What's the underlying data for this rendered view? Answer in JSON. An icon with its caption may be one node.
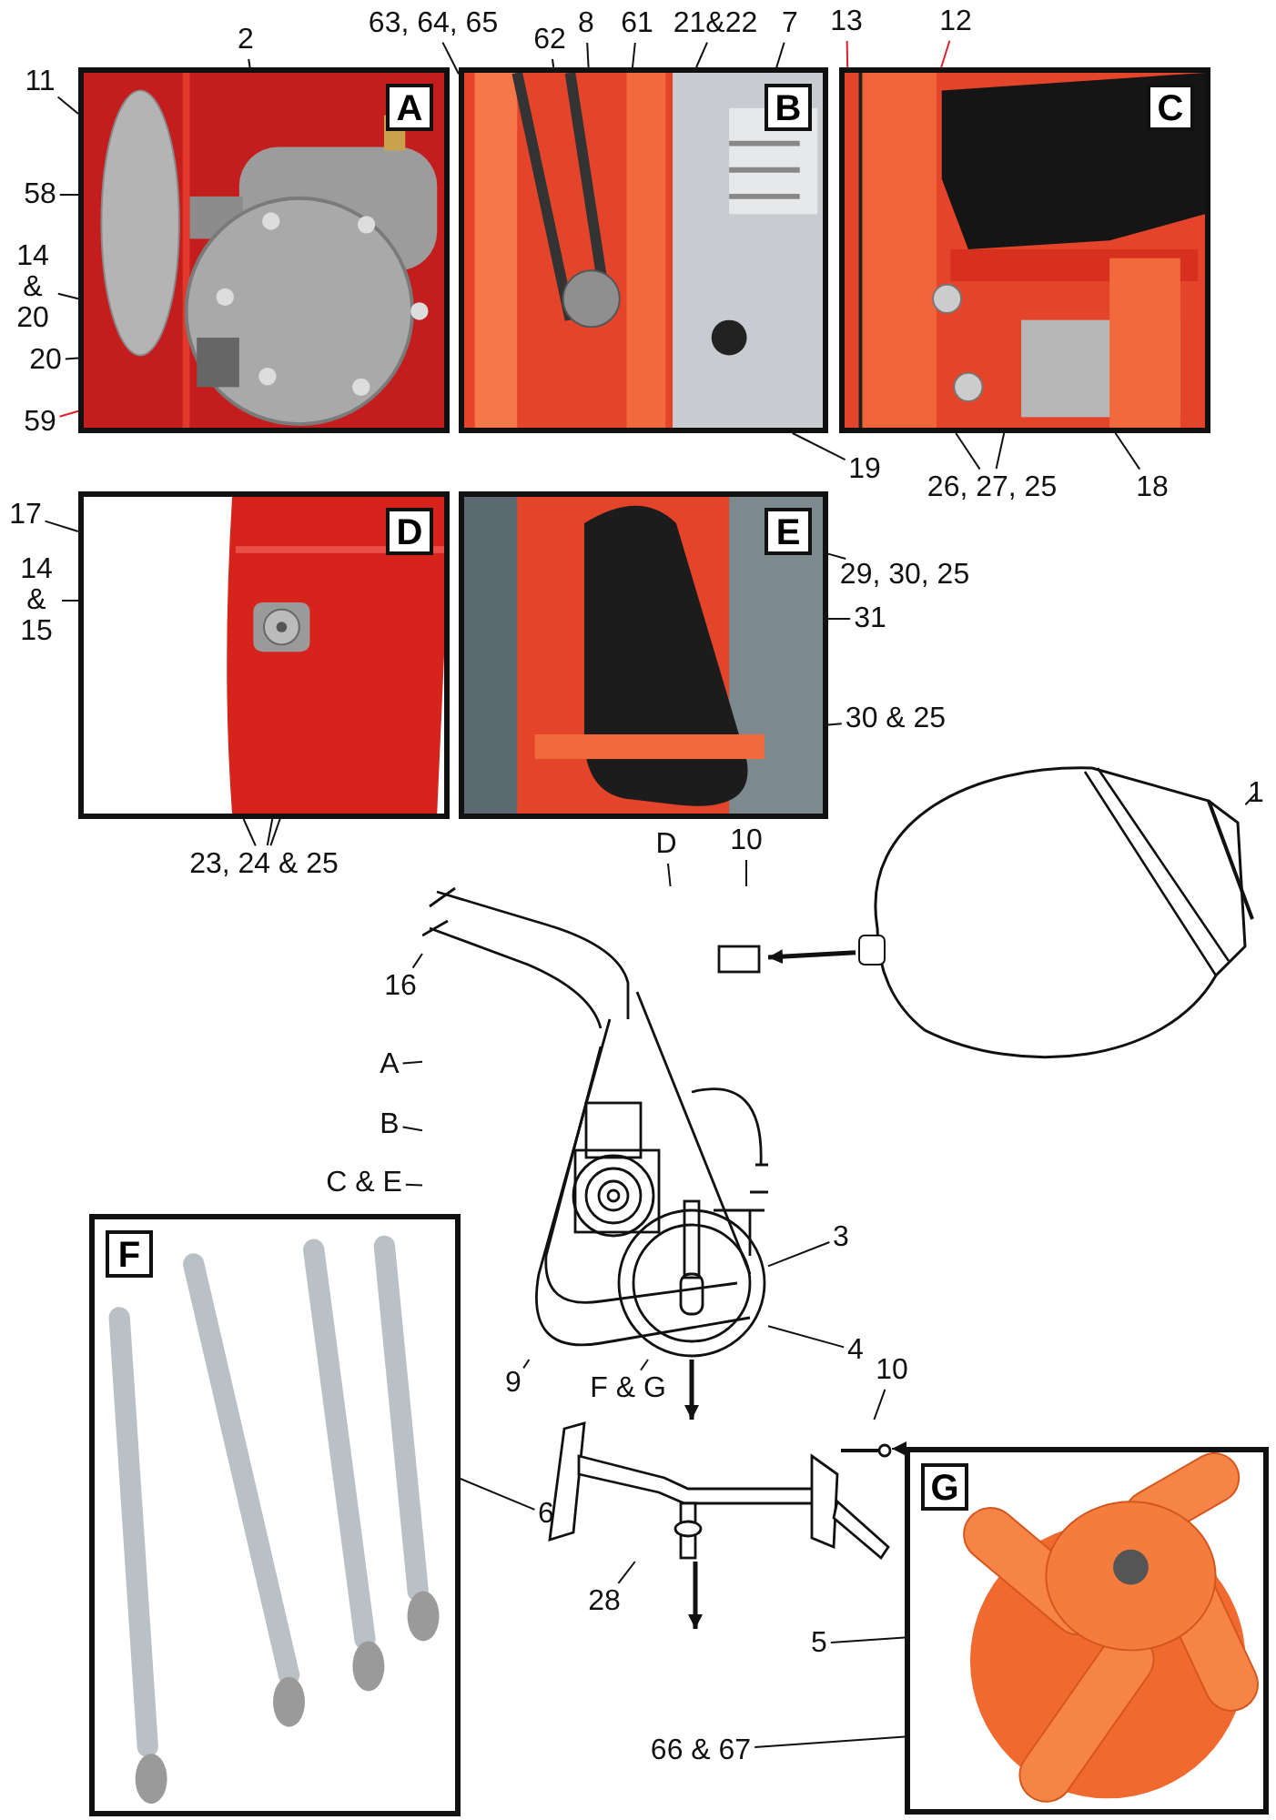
{
  "diagram": {
    "nodes": [
      {
        "text": [
          "A"
        ]
      },
      {
        "text": [
          "B"
        ]
      },
      {
        "text": [
          "C"
        ]
      },
      {
        "text": [
          "D"
        ]
      },
      {
        "text": [
          "E"
        ]
      },
      {
        "text": [],
        "shape": "picture"
      },
      {
        "text": [],
        "shape": "picture"
      },
      {
        "text": [],
        "shape": "picture"
      },
      {
        "text": [
          "F"
        ]
      },
      {
        "text": [
          "G"
        ]
      },
      {
        "text": [
          "11"
        ]
      },
      {
        "text": [
          "2"
        ]
      },
      {
        "text": [
          "58"
        ]
      },
      {
        "text": [
          "14 & 20"
        ]
      },
      {
        "text": [
          "20"
        ]
      },
      {
        "text": [
          "59"
        ]
      },
      {
        "text": [
          "63, 64, 65"
        ]
      },
      {
        "text": [
          "62"
        ]
      },
      {
        "text": [
          "8"
        ]
      },
      {
        "text": [
          "61"
        ]
      },
      {
        "text": [
          "21&22"
        ]
      },
      {
        "text": [
          "7"
        ]
      },
      {
        "text": [
          "13"
        ]
      },
      {
        "text": [
          "12"
        ]
      },
      {
        "text": [
          "19"
        ]
      },
      {
        "text": [
          "26, 27, 25"
        ]
      },
      {
        "text": [
          "18"
        ]
      },
      {
        "text": [
          "17"
        ]
      },
      {
        "text": [
          "14 & 15"
        ]
      },
      {
        "text": [
          "23, 24 & 25"
        ]
      },
      {
        "text": [
          "29, 30, 25"
        ]
      },
      {
        "text": [
          "31"
        ]
      },
      {
        "text": [
          "30 & 25"
        ]
      },
      {
        "text": [
          "1"
        ]
      },
      {
        "text": [
          "10"
        ]
      },
      {
        "text": [
          "D"
        ]
      },
      {
        "text": [
          "16"
        ]
      },
      {
        "text": [
          "A"
        ]
      },
      {
        "text": [
          "B"
        ]
      },
      {
        "text": [
          "C & E"
        ]
      },
      {
        "text": [
          "9"
        ]
      },
      {
        "text": [
          "F & G"
        ]
      },
      {
        "text": [
          "3"
        ]
      },
      {
        "text": [
          "4"
        ]
      },
      {
        "text": [
          "6"
        ]
      },
      {
        "text": [
          "10"
        ]
      },
      {
        "text": [
          "28"
        ]
      },
      {
        "text": [
          "5"
        ]
      },
      {
        "text": [
          "66 & 67"
        ]
      }
    ],
    "edges": [
      {
        "from": 5,
        "to": 6,
        "arrow": "to",
        "style": "thick"
      },
      {
        "from": 6,
        "to": 7,
        "arrow": "to",
        "style": "thick"
      },
      {
        "from": 7,
        "to": null,
        "arrow": "to",
        "style": "thick"
      },
      {
        "from": 9,
        "to": 7,
        "arrow": "to"
      },
      {
        "from": 10,
        "to": 0,
        "arrow": "none"
      },
      {
        "from": 11,
        "to": 0,
        "arrow": "none"
      },
      {
        "from": 12,
        "to": 0,
        "arrow": "none"
      },
      {
        "from": 13,
        "to": 0,
        "arrow": "none"
      },
      {
        "from": 14,
        "to": 0,
        "arrow": "none"
      },
      {
        "from": 15,
        "to": 0,
        "arrow": "none",
        "color": "#e0202a"
      },
      {
        "from": 16,
        "to": 1,
        "arrow": "none"
      },
      {
        "from": 17,
        "to": 1,
        "arrow": "none"
      },
      {
        "from": 18,
        "to": 1,
        "arrow": "none"
      },
      {
        "from": 19,
        "to": 1,
        "arrow": "none"
      },
      {
        "from": 20,
        "to": 1,
        "arrow": "none"
      },
      {
        "from": 21,
        "to": 1,
        "arrow": "none"
      },
      {
        "from": 22,
        "to": 2,
        "arrow": "none",
        "color": "#e0202a"
      },
      {
        "from": 23,
        "to": 2,
        "arrow": "none",
        "color": "#e0202a"
      },
      {
        "from": 24,
        "to": 1,
        "arrow": "none"
      },
      {
        "from": 25,
        "to": 2,
        "arrow": "none"
      },
      {
        "from": 25,
        "to": 2,
        "arrow": "none"
      },
      {
        "from": 26,
        "to": 2,
        "arrow": "none"
      },
      {
        "from": 27,
        "to": 3,
        "arrow": "none"
      },
      {
        "from": 28,
        "to": 3,
        "arrow": "none"
      },
      {
        "from": 29,
        "to": 3,
        "arrow": "none"
      },
      {
        "from": 29,
        "to": 3,
        "arrow": "none"
      },
      {
        "from": 29,
        "to": 3,
        "arrow": "none"
      },
      {
        "from": 30,
        "to": 4,
        "arrow": "none"
      },
      {
        "from": 31,
        "to": 4,
        "arrow": "none"
      },
      {
        "from": 32,
        "to": 4,
        "arrow": "none"
      },
      {
        "from": 33,
        "to": 5,
        "arrow": "none"
      },
      {
        "from": 34,
        "to": 6,
        "arrow": "none"
      },
      {
        "from": 35,
        "to": 6,
        "arrow": "none"
      },
      {
        "from": 36,
        "to": 6,
        "arrow": "none"
      },
      {
        "from": 37,
        "to": 6,
        "arrow": "none"
      },
      {
        "from": 38,
        "to": 6,
        "arrow": "none"
      },
      {
        "from": 39,
        "to": 6,
        "arrow": "none"
      },
      {
        "from": 40,
        "to": 6,
        "arrow": "none"
      },
      {
        "from": 41,
        "to": 6,
        "arrow": "none"
      },
      {
        "from": 42,
        "to": 6,
        "arrow": "none"
      },
      {
        "from": 43,
        "to": 6,
        "arrow": "none"
      },
      {
        "from": 44,
        "to": 8,
        "arrow": "none"
      },
      {
        "from": 45,
        "to": 7,
        "arrow": "none"
      },
      {
        "from": 46,
        "to": 7,
        "arrow": "none"
      },
      {
        "from": 47,
        "to": 9,
        "arrow": "none"
      },
      {
        "from": 48,
        "to": 9,
        "arrow": "none"
      }
    ]
  }
}
